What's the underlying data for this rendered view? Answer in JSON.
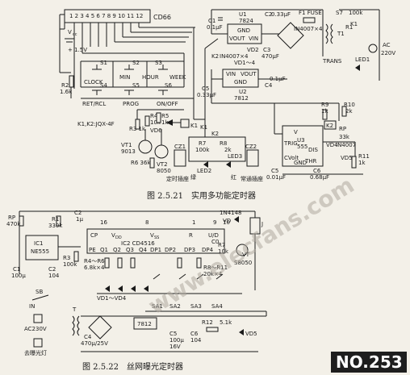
{
  "figure1": {
    "caption": "图 2.5.21　实用多功能定时器",
    "labels": {
      "cd66": "CD66",
      "display_pins": "1 2 3 4 5 6 7 8 9 10 11 12",
      "vcc": "V",
      "vcc_sub": "cc",
      "vcc_val": "+ 1.5V",
      "s1": "S1",
      "clock": "CLOCK",
      "s2": "S2",
      "min": "MIN",
      "s3": "S3",
      "hour": "HOUR",
      "s4": "S4",
      "week": "WEEK",
      "s5": "S5",
      "prog": "PROG",
      "s6": "S6",
      "onoff": "ON/OFF",
      "retrcl": "RET/RCL",
      "r2": "R2",
      "r2v": "1.6k",
      "k1k2": "K1,K2:JQX-4F",
      "r3": "R3 1k",
      "r4": "R4",
      "r4v": "10k",
      "r5": "R5",
      "r5v": "1k",
      "vd6": "VD6",
      "vt1": "VT1",
      "vt1v": "9013",
      "vt2": "VT2",
      "vt2v": "8050",
      "r6": "R6 36k",
      "r7": "R7",
      "r7v": "100k",
      "r8": "R8",
      "r8v": "2k",
      "cz1": "CZ1",
      "cz1t": "定时插座",
      "cz2": "CZ2",
      "cz2t": "常通插座",
      "led2": "LED2",
      "led2t": "绿",
      "led3": "LED3",
      "led3t": "红",
      "k2": "K2",
      "k1": "K1",
      "k1b": "K1",
      "c1": "C1",
      "c1v": "0.1μF",
      "u1": "U1",
      "u1v": "7824",
      "gnd1": "GND",
      "vout1": "VOUT",
      "vin1": "VIN",
      "c2": "C2",
      "c2v": "0.33μF",
      "vd1": "VD1～4",
      "vd1v": "IN4007×4",
      "vd2": "VD2",
      "c3": "C3",
      "c3v": "470μF",
      "f1": "F1 FUSE",
      "t1": "T1",
      "trans": "TRANS",
      "s7": "S7",
      "s7v": "100k",
      "r1": "R1",
      "led1": "LED1",
      "ac": "AC",
      "ac220": "220V",
      "vin2": "VIN",
      "vout2": "VOUT",
      "gnd2": "GND",
      "u2": "U2",
      "u2v": "7812",
      "c4": "C4",
      "c4v": "0.1μF",
      "c5": "C5",
      "c5v": "0.33μF",
      "r9": "R9",
      "r9v": "1k",
      "r10": "R10",
      "r10v": "2k",
      "k2b": "K2",
      "vcc2": "V",
      "u3": "U3",
      "u3v": "555",
      "rp": "RP",
      "rpv": "33k",
      "r11": "R11",
      "r11v": "1k",
      "trig": "TRIG",
      "dis": "DIS",
      "cvolt": "CVolt",
      "thr": "THR",
      "gnd3": "GND",
      "c5b": "C5",
      "c5bv": "0.01μF",
      "c6": "C6",
      "c6v": "0.68μF",
      "vd4": "VD4",
      "vd4v": "IN4007",
      "vd5": "VD5"
    }
  },
  "figure2": {
    "caption": "图 2.5.22　丝网曝光定时器",
    "labels": {
      "rp": "RP",
      "rpv": "470k",
      "r1": "R1",
      "r1v": "330k",
      "c2": "C2",
      "c2v": "1μ",
      "ic1": "IC1",
      "ic1v": "NE555",
      "c1": "C1",
      "c1v": "100μ",
      "c2b": "C2",
      "c2bv": "104",
      "pin16": "16",
      "pin8": "8",
      "pin1": "1",
      "pin9": "9",
      "pin10": "10",
      "cp": "CP",
      "vdd": "V",
      "vss": "V",
      "vss_sub": "SS",
      "vdd_sub": "DD",
      "pe": "PE",
      "r": "R",
      "ud": "U/D",
      "ic2": "IC2 CD4516",
      "q1": "Q1",
      "q2": "Q2",
      "q3": "Q3",
      "q4": "Q4",
      "dp1": "DP1",
      "dp2": "DP2",
      "dp3": "DP3",
      "dp4": "DP4",
      "co": "C0",
      "in4148": "1N4148",
      "vd": "VD",
      "j": "J",
      "r7": "R7",
      "r7v": "10k",
      "vt": "VT",
      "vtv": "S8050",
      "r3": "R3",
      "r3v": "100k",
      "r4": "R4～R6",
      "r4v": "6.8k×4",
      "r8": "R8～R11",
      "r8v": "20k×4",
      "vd1": "VD1～VD4",
      "sa1": "SA1",
      "sa2": "SA2",
      "sa3": "SA3",
      "sa4": "SA4",
      "sb": "SB",
      "in": "IN",
      "ac": "AC230V",
      "t": "T",
      "lamp": "去曝光灯",
      "c4": "C4",
      "c4v": "470μ/25V",
      "u7812": "7812",
      "c5": "C5",
      "c5v": "100μ",
      "c5v2": "16V",
      "c6": "C6",
      "c6v": "104",
      "r12": "R12",
      "r12v": "5.1k",
      "vd5": "VD5"
    }
  },
  "watermark": "www.elecfans.com",
  "badge": "NO.253"
}
